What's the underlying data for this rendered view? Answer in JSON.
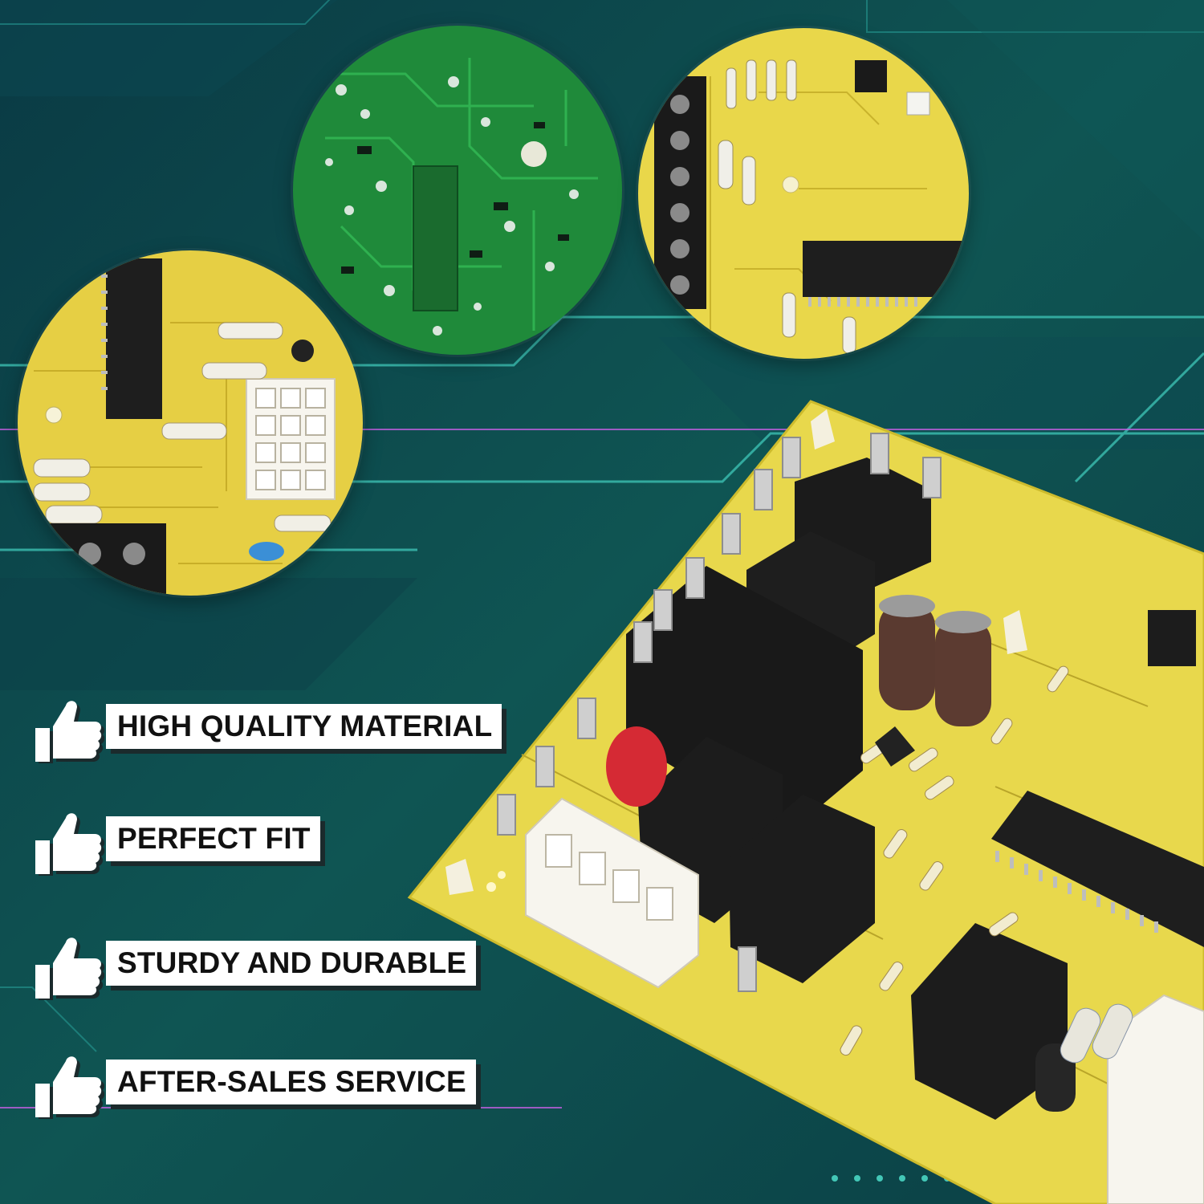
{
  "features": [
    {
      "label": "HIGH QUALITY MATERIAL",
      "icon": "thumbs-up-icon"
    },
    {
      "label": "PERFECT FIT",
      "icon": "thumbs-up-icon"
    },
    {
      "label": "STURDY AND DURABLE",
      "icon": "thumbs-up-icon"
    },
    {
      "label": "AFTER-SALES SERVICE",
      "icon": "thumbs-up-icon"
    }
  ],
  "colors": {
    "background": "#0d4a4f",
    "circuit_lines": "#3fc7b8",
    "board_yellow": "#e9d74a",
    "pcb_green": "#1f8a3a",
    "label_bg": "#ffffff"
  }
}
